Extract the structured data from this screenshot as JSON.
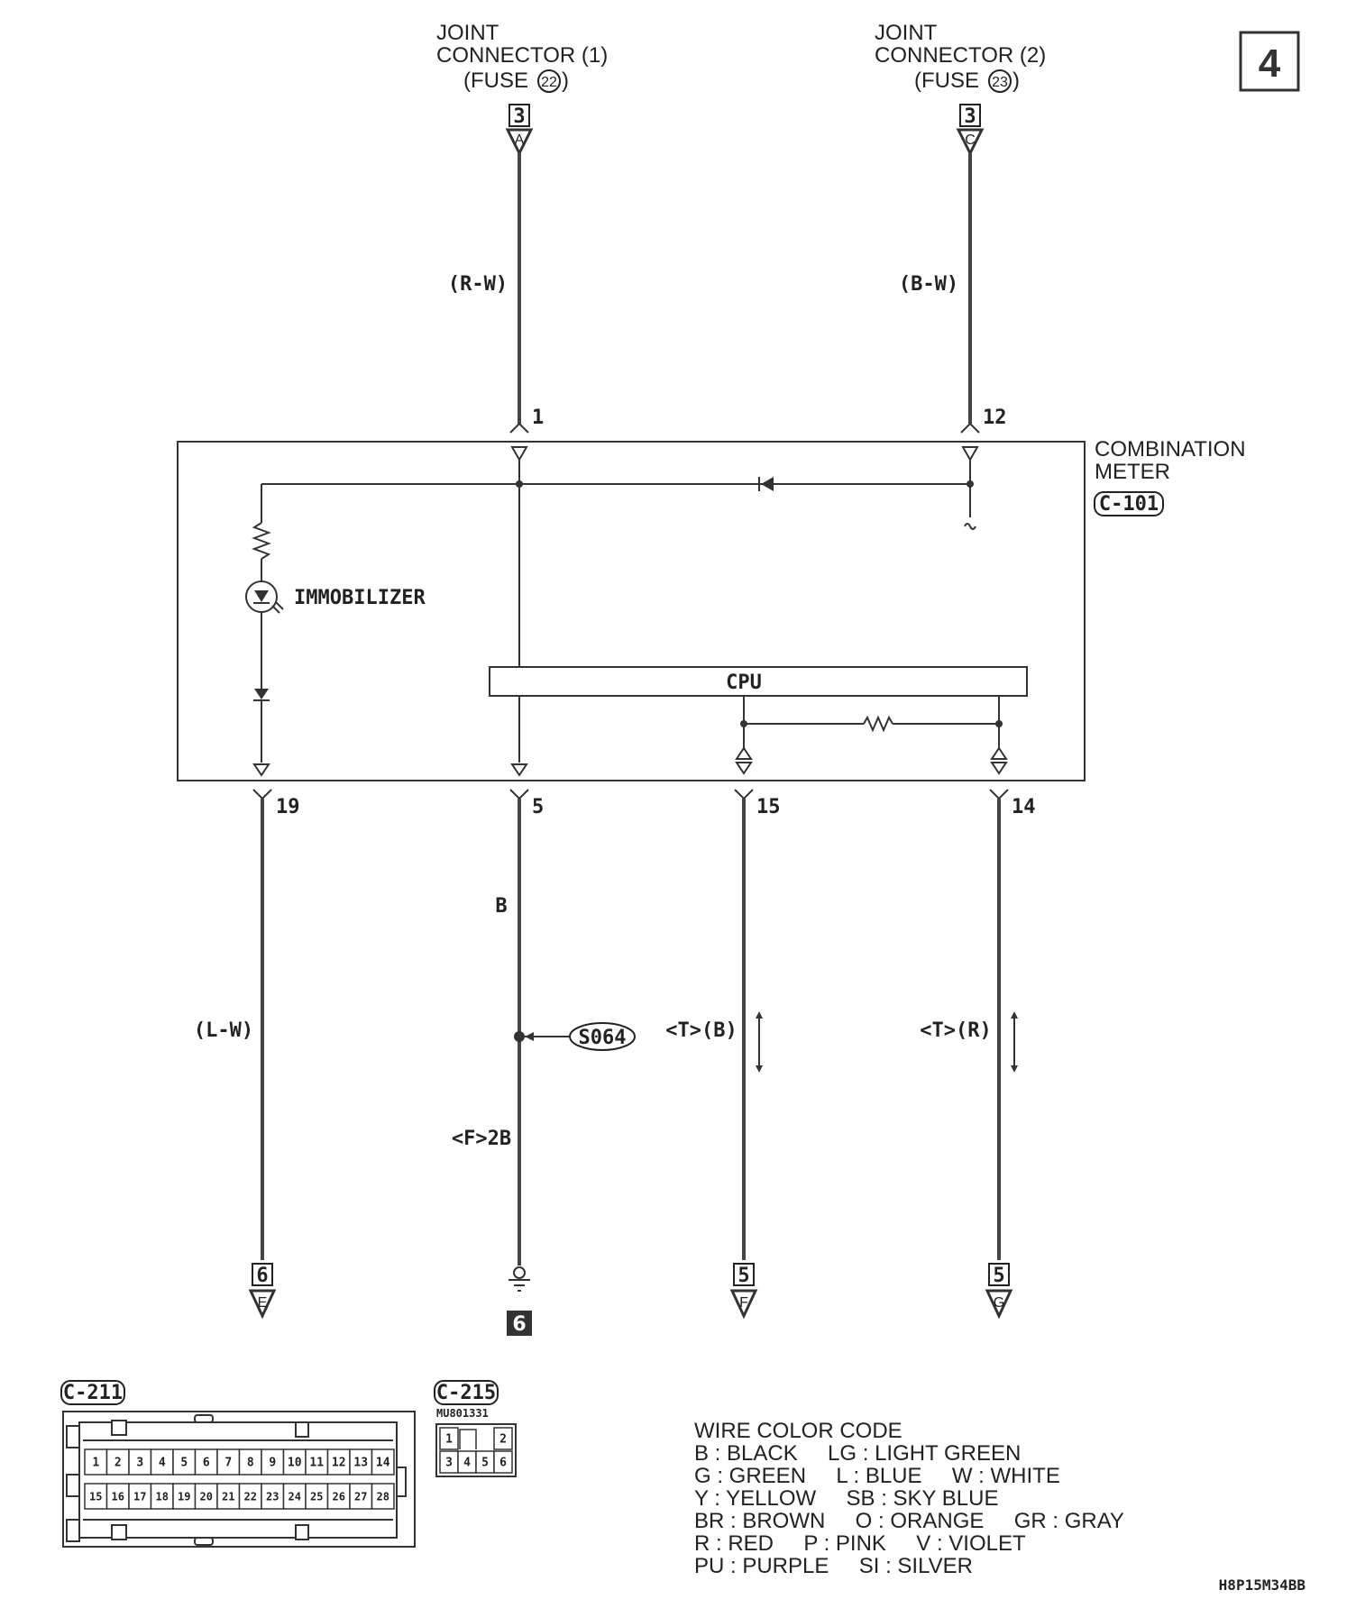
{
  "page_badge": "4",
  "connectors_top": [
    {
      "line1": "JOINT",
      "line2": "CONNECTOR (1)",
      "fuse_prefix": "(FUSE",
      "fuse_num": "22",
      "fuse_suffix": ")",
      "page_ref": "3",
      "letter": "A",
      "wire_color": "(R-W)",
      "pin": "1"
    },
    {
      "line1": "JOINT",
      "line2": "CONNECTOR (2)",
      "fuse_prefix": "(FUSE",
      "fuse_num": "23",
      "fuse_suffix": ")",
      "page_ref": "3",
      "letter": "C",
      "wire_color": "(B-W)",
      "pin": "12"
    }
  ],
  "meter": {
    "name_line1": "COMBINATION",
    "name_line2": "METER",
    "connector": "C-101",
    "immobilizer": "IMMOBILIZER",
    "cpu": "CPU"
  },
  "bottom_pins": [
    {
      "pin": "19",
      "wire_color": "(L-W)",
      "page_ref": "6",
      "letter": "E"
    },
    {
      "pin": "5",
      "upper_color": "B",
      "splice": "S064",
      "lower_color": "<F>2B",
      "ground_ref": "6"
    },
    {
      "pin": "15",
      "wire_color": "<T>(B)",
      "page_ref": "5",
      "letter": "F"
    },
    {
      "pin": "14",
      "wire_color": "<T>(R)",
      "page_ref": "5",
      "letter": "G"
    }
  ],
  "connector_c211": {
    "name": "C-211",
    "pins_top": [
      "1",
      "2",
      "3",
      "4",
      "5",
      "6",
      "7",
      "8",
      "9",
      "10",
      "11",
      "12",
      "13",
      "14"
    ],
    "pins_bottom": [
      "15",
      "16",
      "17",
      "18",
      "19",
      "20",
      "21",
      "22",
      "23",
      "24",
      "25",
      "26",
      "27",
      "28"
    ]
  },
  "connector_c215": {
    "name": "C-215",
    "part_no": "MU801331",
    "pins_top": [
      "1",
      "2"
    ],
    "pins_bottom": [
      "3",
      "4",
      "5",
      "6"
    ]
  },
  "legend": {
    "title": "WIRE COLOR CODE",
    "lines": [
      "B : BLACK     LG : LIGHT GREEN",
      "G : GREEN     L : BLUE     W : WHITE",
      "Y : YELLOW     SB : SKY BLUE",
      "BR : BROWN     O : ORANGE     GR : GRAY",
      "R : RED     P : PINK     V : VIOLET",
      "PU : PURPLE     SI : SILVER"
    ]
  },
  "figure_code": "H8P15M34BB"
}
